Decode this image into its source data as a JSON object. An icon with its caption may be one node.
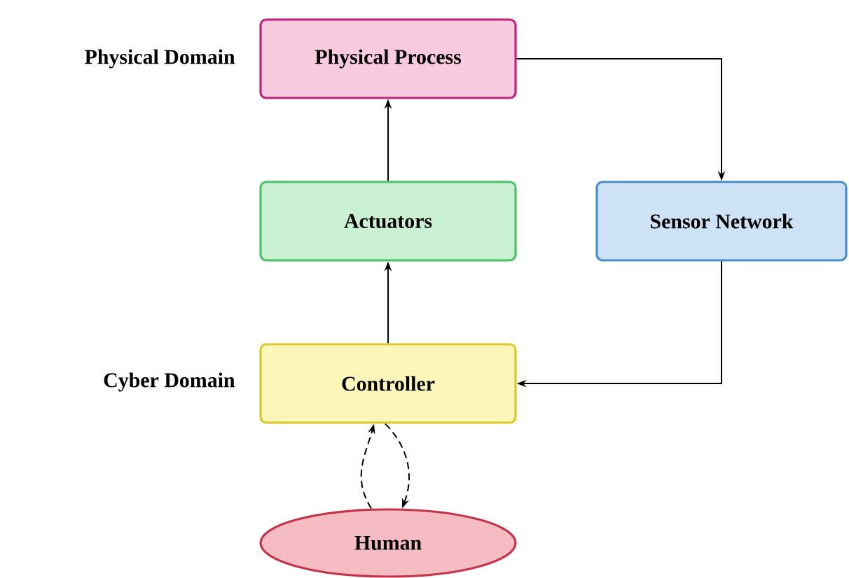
{
  "diagram": {
    "nodes": [
      {
        "text": [
          "Physical Process"
        ]
      },
      {
        "text": [
          "Actuators"
        ]
      },
      {
        "text": [
          "Sensor Network"
        ]
      },
      {
        "text": [
          "Controller"
        ]
      },
      {
        "text": [
          "Human"
        ]
      }
    ],
    "edges": [
      {
        "from": 0,
        "to": 2,
        "arrow": "to"
      },
      {
        "from": 1,
        "to": 0,
        "arrow": "to"
      },
      {
        "from": 3,
        "to": 1,
        "arrow": "to"
      },
      {
        "from": 2,
        "to": 3,
        "arrow": "to"
      },
      {
        "from": 4,
        "to": 3,
        "arrow": "to",
        "style": "dashed"
      },
      {
        "from": 3,
        "to": 4,
        "arrow": "to",
        "style": "dashed"
      }
    ],
    "labels": [
      "Physical Domain",
      "Cyber Domain"
    ]
  }
}
